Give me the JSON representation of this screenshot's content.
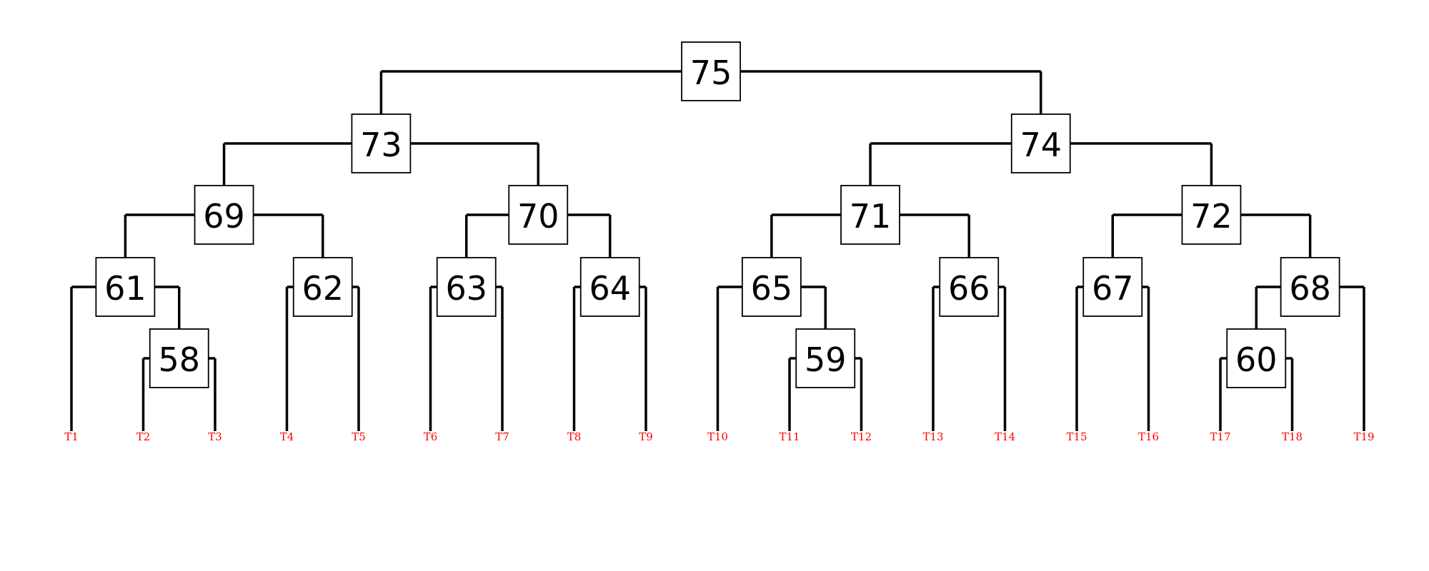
{
  "colors": {
    "line": "#000000",
    "box_fill": "#ffffff",
    "box_stroke": "#000000",
    "leaf_label": "#ff0000"
  },
  "root": "75",
  "nodes": [
    {
      "id": "75",
      "children": [
        "73",
        "74"
      ]
    },
    {
      "id": "73",
      "children": [
        "69",
        "70"
      ]
    },
    {
      "id": "74",
      "children": [
        "71",
        "72"
      ]
    },
    {
      "id": "69",
      "children": [
        "61",
        "62"
      ]
    },
    {
      "id": "70",
      "children": [
        "63",
        "64"
      ]
    },
    {
      "id": "71",
      "children": [
        "65",
        "66"
      ]
    },
    {
      "id": "72",
      "children": [
        "67",
        "68"
      ]
    },
    {
      "id": "61",
      "children": [
        "T1",
        "58"
      ]
    },
    {
      "id": "58",
      "children": [
        "T2",
        "T3"
      ]
    },
    {
      "id": "62",
      "children": [
        "T4",
        "T5"
      ]
    },
    {
      "id": "63",
      "children": [
        "T6",
        "T7"
      ]
    },
    {
      "id": "64",
      "children": [
        "T8",
        "T9"
      ]
    },
    {
      "id": "65",
      "children": [
        "T10",
        "59"
      ]
    },
    {
      "id": "59",
      "children": [
        "T11",
        "T12"
      ]
    },
    {
      "id": "66",
      "children": [
        "T13",
        "T14"
      ]
    },
    {
      "id": "67",
      "children": [
        "T15",
        "T16"
      ]
    },
    {
      "id": "68",
      "children": [
        "60",
        "T19"
      ]
    },
    {
      "id": "60",
      "children": [
        "T17",
        "T18"
      ]
    }
  ],
  "leaves": [
    "T1",
    "T2",
    "T3",
    "T4",
    "T5",
    "T6",
    "T7",
    "T8",
    "T9",
    "T10",
    "T11",
    "T12",
    "T13",
    "T14",
    "T15",
    "T16",
    "T17",
    "T18",
    "T19"
  ]
}
